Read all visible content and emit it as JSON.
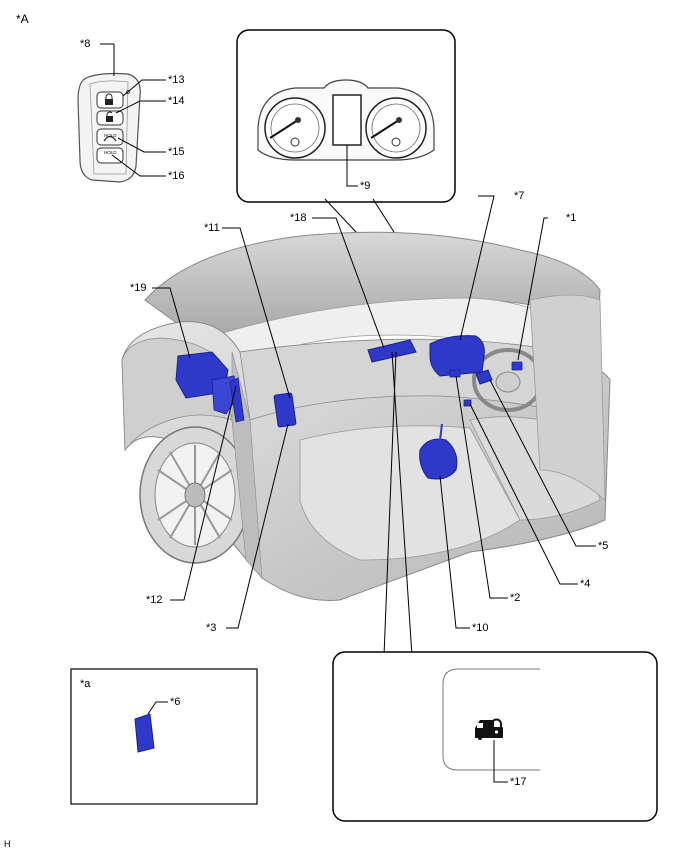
{
  "view_label": "*A",
  "footer_code": "H",
  "callouts": {
    "c1": "*1",
    "c2": "*2",
    "c3": "*3",
    "c4": "*4",
    "c5": "*5",
    "c6": "*6",
    "c7": "*7",
    "c8": "*8",
    "c9": "*9",
    "c10": "*10",
    "c11": "*11",
    "c12": "*12",
    "c13": "*13",
    "c14": "*14",
    "c15": "*15",
    "c16": "*16",
    "c17": "*17",
    "c18": "*18",
    "c19": "*19"
  },
  "inset_a_label": "*a",
  "key_buttons": {
    "hold1": "HOLD",
    "hold2": "HOLD"
  },
  "colors": {
    "component": "#2e39c9",
    "component_dark": "#1a2290",
    "car": "#c9c9c9",
    "car_dark": "#8d8d8d"
  }
}
